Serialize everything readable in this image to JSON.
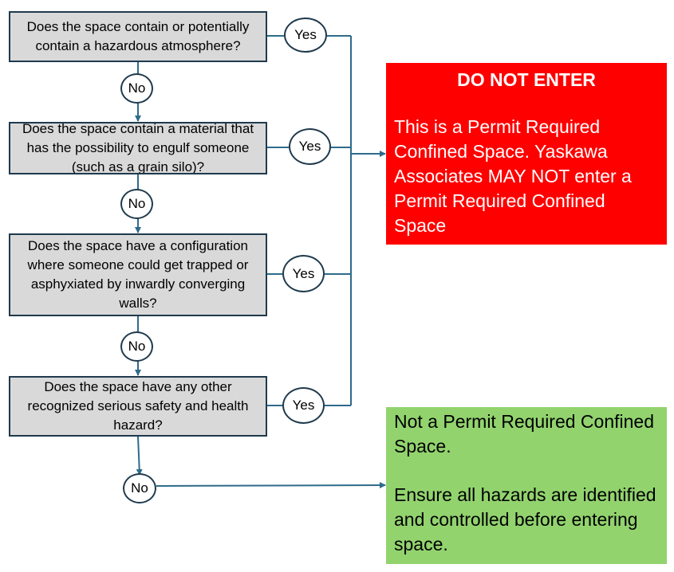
{
  "questions": [
    "Does the space contain or potentially contain a hazardous atmosphere?",
    "Does the space contain a material that has the possibility to engulf someone (such as a grain silo)?",
    "Does the space have a configuration where someone could get trapped or asphyxiated by inwardly converging walls?",
    "Does the space have any other recognized serious safety and health hazard?"
  ],
  "yes_labels": [
    "Yes",
    "Yes",
    "Yes",
    "Yes"
  ],
  "no_labels": [
    "No",
    "No",
    "No",
    "No"
  ],
  "danger": {
    "title": "DO NOT ENTER",
    "text": "This is a Permit Required Confined Space. Yaskawa Associates MAY NOT enter a Permit Required Confined Space"
  },
  "safe": {
    "line1": "Not a Permit Required Confined Space.",
    "line2": "Ensure all hazards are identified and controlled before entering space."
  },
  "colors": {
    "question_fill": "#d9d9d9",
    "border": "#1f3a4d",
    "connector": "#2e6b8a",
    "danger_fill": "#ff0000",
    "safe_fill": "#92d36e"
  }
}
